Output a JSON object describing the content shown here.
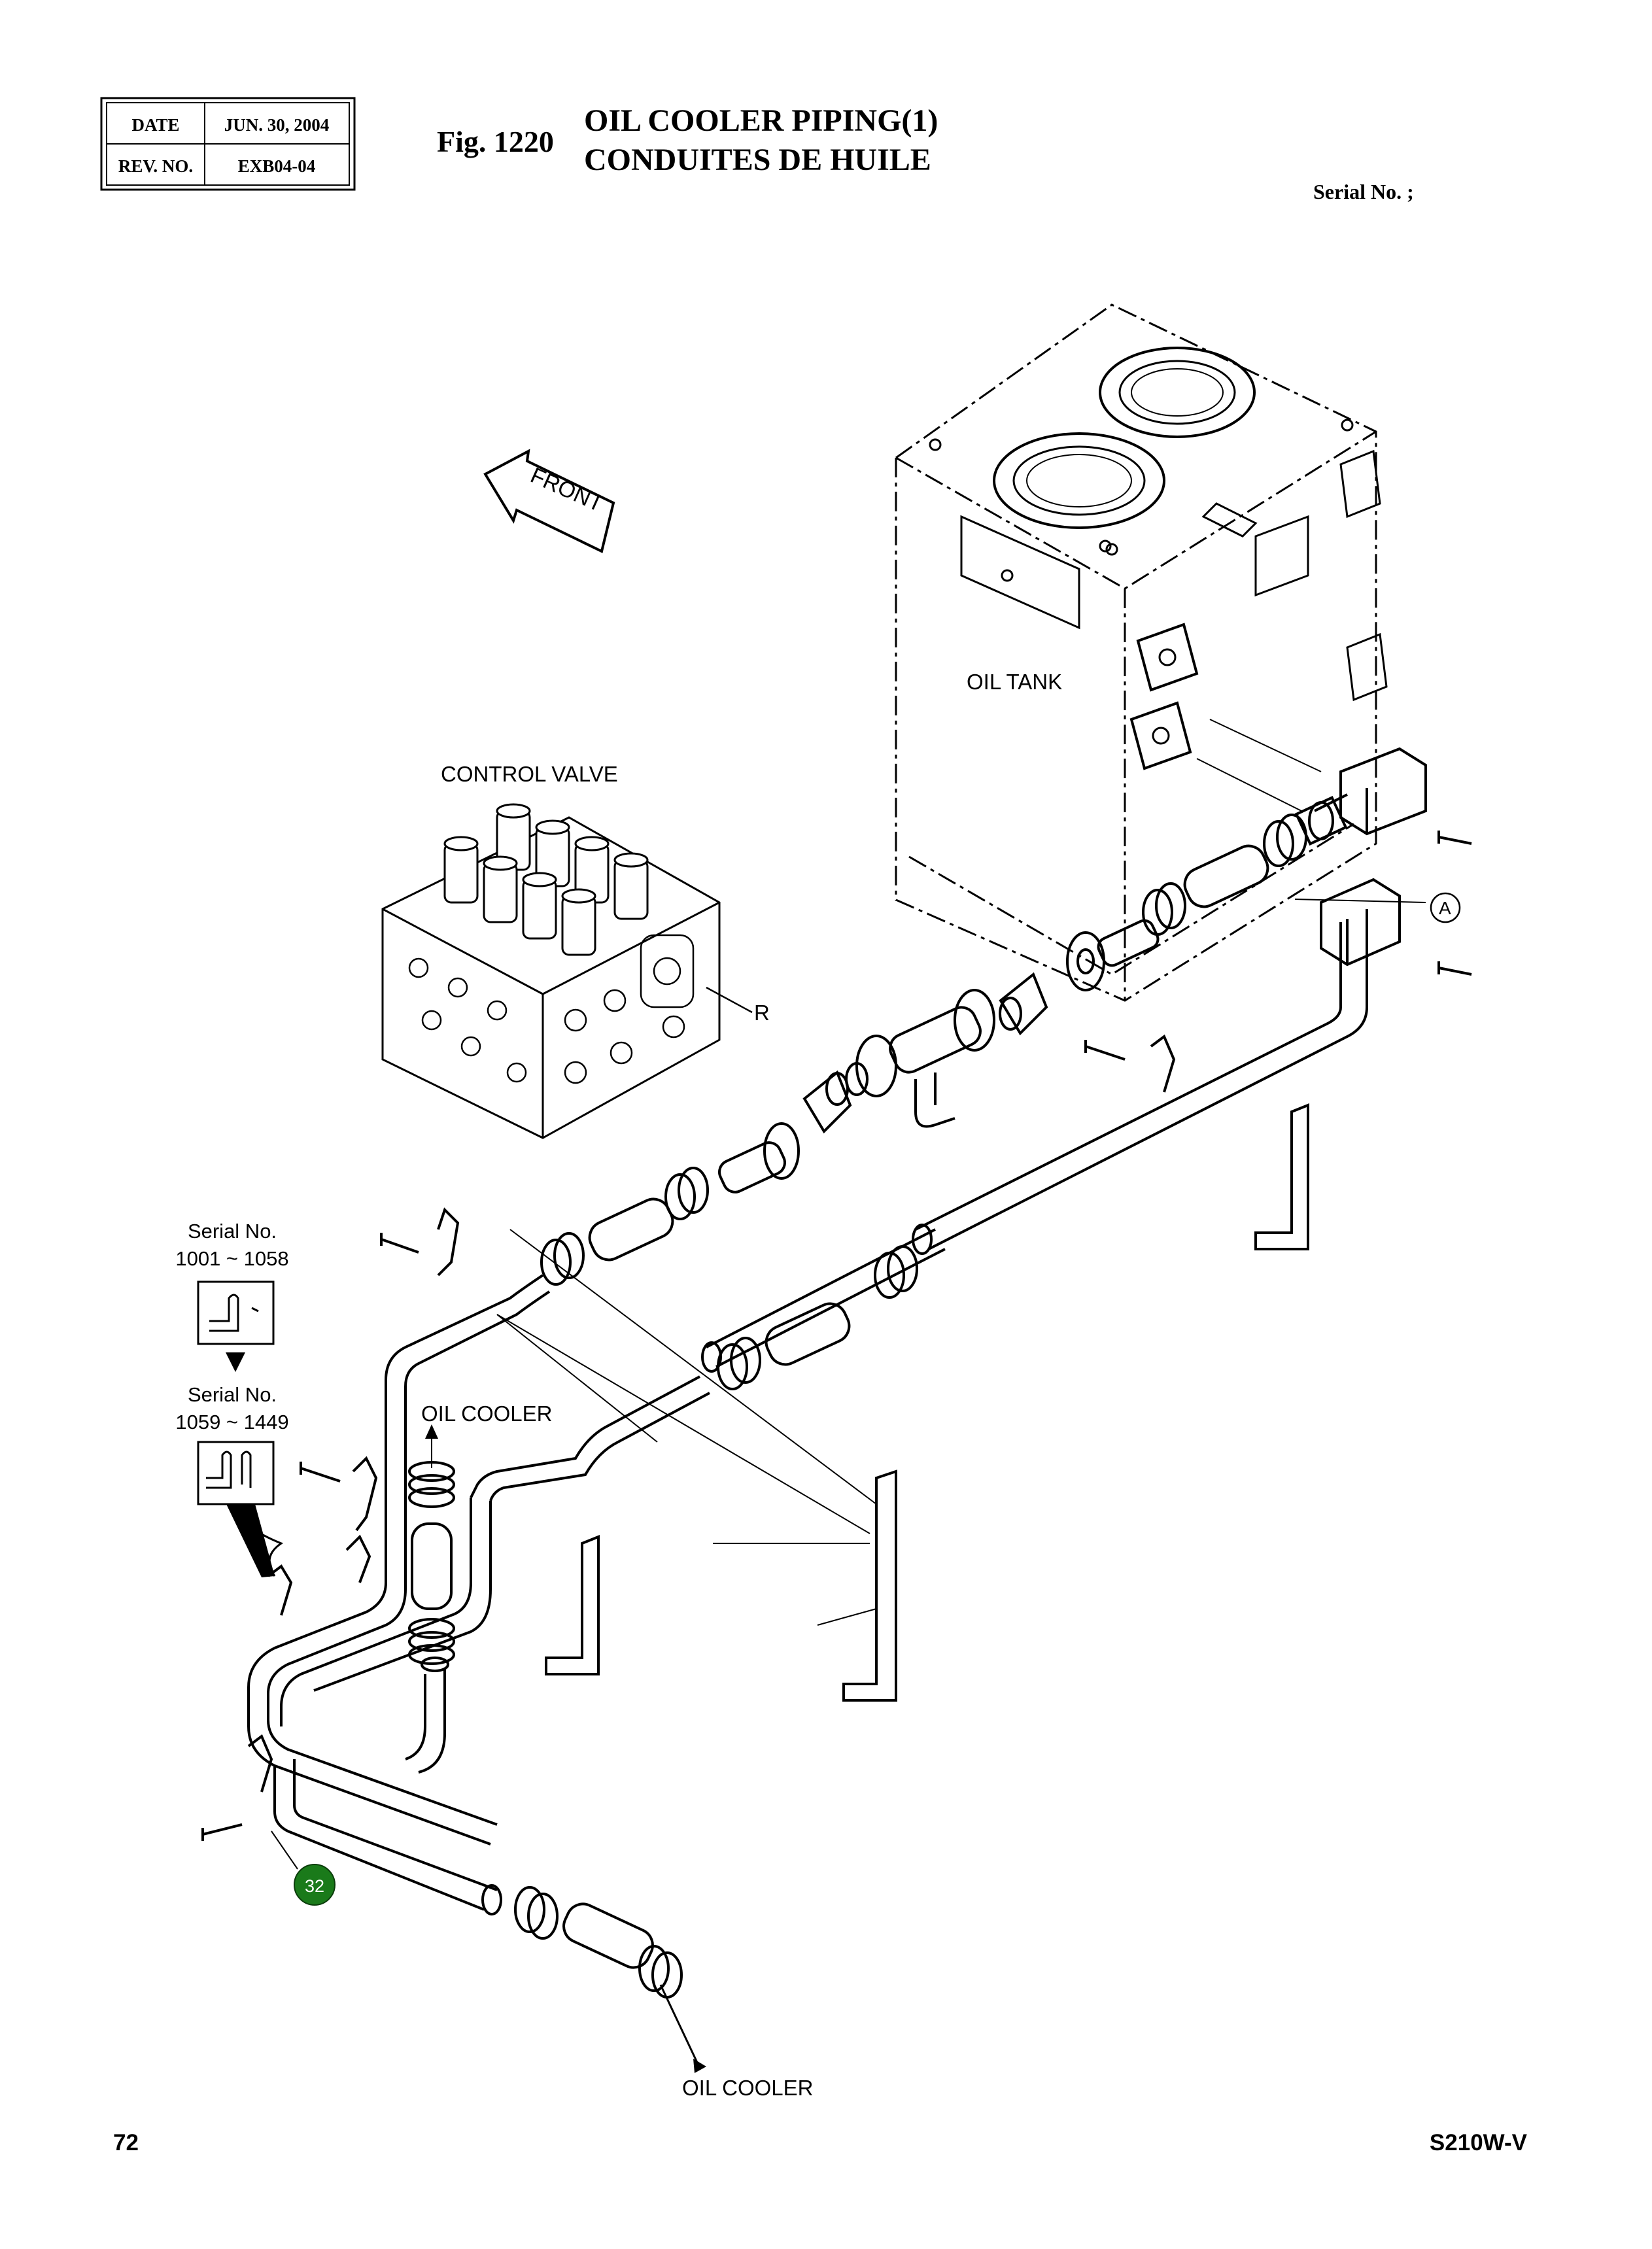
{
  "header": {
    "date_label": "DATE",
    "date_value": "JUN. 30, 2004",
    "rev_label": "REV. NO.",
    "rev_value": "EXB04-04",
    "fig_number": "Fig. 1220",
    "title_en": "OIL COOLER PIPING(1)",
    "title_fr": "CONDUITES DE HUILE",
    "serial_label": "Serial No. ;"
  },
  "labels": {
    "front": "FRONT",
    "oil_tank": "OIL TANK",
    "control_valve": "CONTROL VALVE",
    "port_r": "R",
    "port_a": "A",
    "oil_cooler_top": "OIL COOLER",
    "oil_cooler_bottom": "OIL COOLER",
    "serial_box1_title": "Serial No.",
    "serial_box1_range": "1001 ~ 1058",
    "serial_box2_title": "Serial No.",
    "serial_box2_range": "1059 ~ 1449"
  },
  "callout": {
    "number": "32",
    "color": "#1a7a1a"
  },
  "footer": {
    "page_number": "72",
    "model": "S210W-V"
  }
}
